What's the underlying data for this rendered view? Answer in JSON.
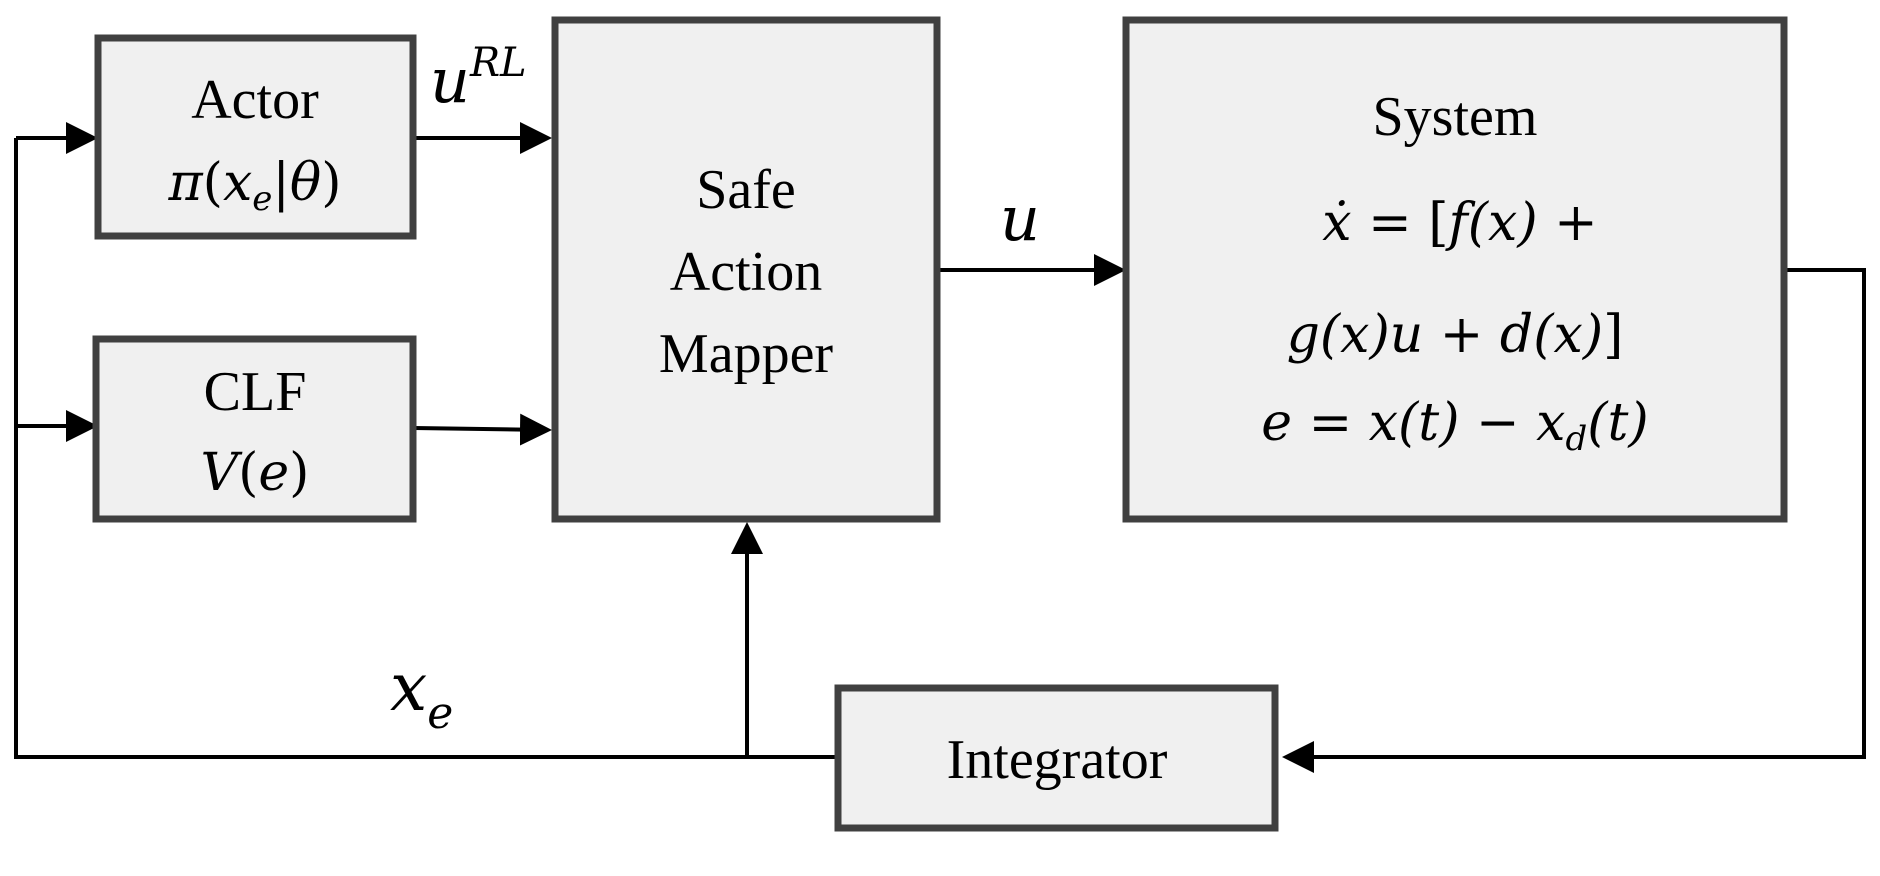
{
  "colors": {
    "box_fill": "#f0f0f0",
    "box_border": "#404040",
    "line": "#000000"
  },
  "blocks": {
    "actor": {
      "title": "Actor",
      "policy_fn": "π",
      "policy_open": "(",
      "policy_var": "x",
      "policy_sub": "e",
      "policy_bar": "|",
      "policy_param": "θ",
      "policy_close": ")"
    },
    "clf": {
      "title": "CLF",
      "fn": "V",
      "open": "(",
      "arg": "e",
      "close": ")"
    },
    "mapper": {
      "line1": "Safe",
      "line2": "Action",
      "line3": "Mapper"
    },
    "system": {
      "title": "System",
      "eq1": {
        "xdot": "ẋ",
        "eq": " = [",
        "f": "f",
        "arg": "(x)",
        "plus": " +"
      },
      "eq2": {
        "g": "g",
        "arg": "(x)",
        "u": "u",
        "plus": "  + ",
        "d": "d",
        "darg": "(x)",
        "close": "]"
      },
      "eq3": {
        "e": "e",
        "eq": " = ",
        "x": "x",
        "t1": "(t)",
        "minus": " − ",
        "xd": "x",
        "sub": "d",
        "t2": "(t)"
      }
    },
    "integrator": {
      "title": "Integrator"
    }
  },
  "signals": {
    "u_rl": {
      "base": "u",
      "sup": "RL"
    },
    "u": {
      "base": "u"
    },
    "x_e": {
      "base": "x",
      "sub": "e"
    }
  }
}
